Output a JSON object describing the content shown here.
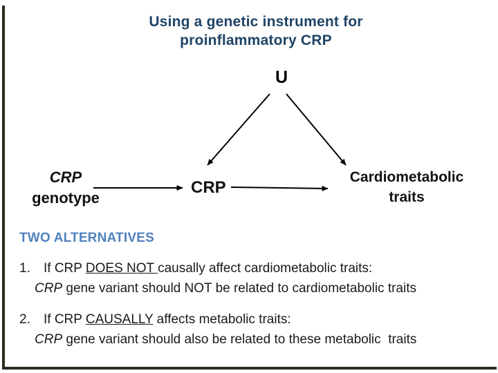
{
  "slide": {
    "title": {
      "line1": "Using a genetic instrument for",
      "line2": "proinflammatory CRP"
    },
    "diagram": {
      "confounder": "U",
      "exposure_line1": "CRP",
      "exposure_line2": "genotype",
      "mediator": "CRP",
      "outcome_line1": "Cardiometabolic",
      "outcome_line2": "traits",
      "arrows": [
        "U to CRP",
        "U to cardiometabolic traits",
        "CRP genotype to CRP",
        "CRP to cardiometabolic traits"
      ]
    },
    "alternatives": {
      "heading": "TWO ALTERNATIVES",
      "items": [
        {
          "number": "1.",
          "line1_pre": "If CRP ",
          "line1_emph": "DOES NOT ",
          "line1_post": "causally affect cardiometabolic traits:",
          "line2_italic": "CRP",
          "line2_rest": " gene variant should NOT be related to cardiometabolic traits"
        },
        {
          "number": "2.",
          "line1_pre": "If CRP ",
          "line1_emph": "CAUSALLY",
          "line1_post": " affects metabolic traits:",
          "line2_italic": "CRP",
          "line2_rest": " gene variant should also be related to these metabolic  traits"
        }
      ]
    },
    "colors": {
      "title": "#1F4466",
      "heading": "#4F81BD",
      "body_text": "#1A1A1A",
      "arrows": "#000000",
      "frame": "#2E2A20"
    }
  }
}
